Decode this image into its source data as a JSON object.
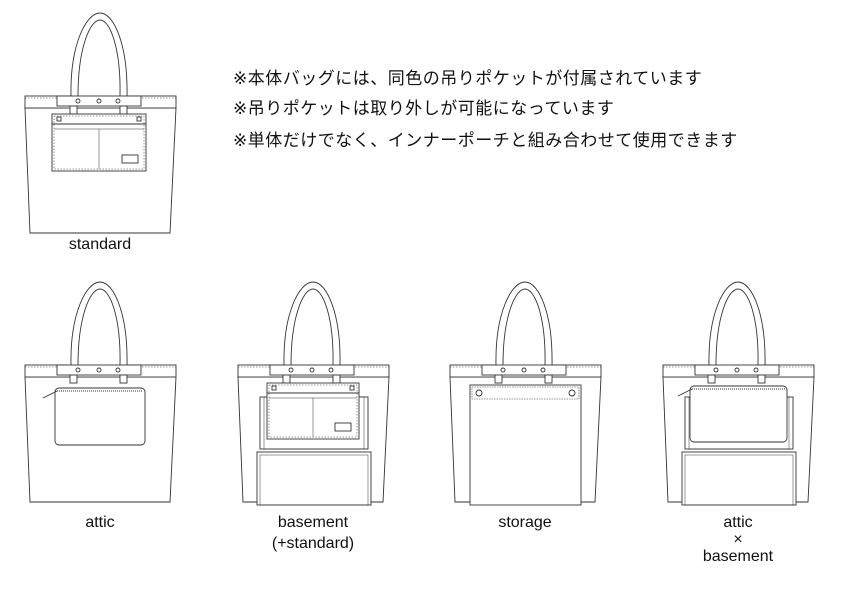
{
  "notes": [
    "※本体バッグには、同色の吊りポケットが付属されています",
    "※吊りポケットは取り外しが可能になっています",
    "※単体だけでなく、インナーポーチと組み合わせて使用できます"
  ],
  "bags": [
    {
      "variant": "standard",
      "label_lines": [
        "standard"
      ]
    },
    {
      "variant": "attic",
      "label_lines": [
        "attic"
      ]
    },
    {
      "variant": "basement",
      "label_lines": [
        "basement",
        "(+standard)"
      ]
    },
    {
      "variant": "storage",
      "label_lines": [
        "storage"
      ]
    },
    {
      "variant": "attic-basement",
      "label_lines": [
        "attic",
        "×",
        "basement"
      ]
    }
  ],
  "colors": {
    "line": "#333333",
    "background": "#ffffff"
  }
}
